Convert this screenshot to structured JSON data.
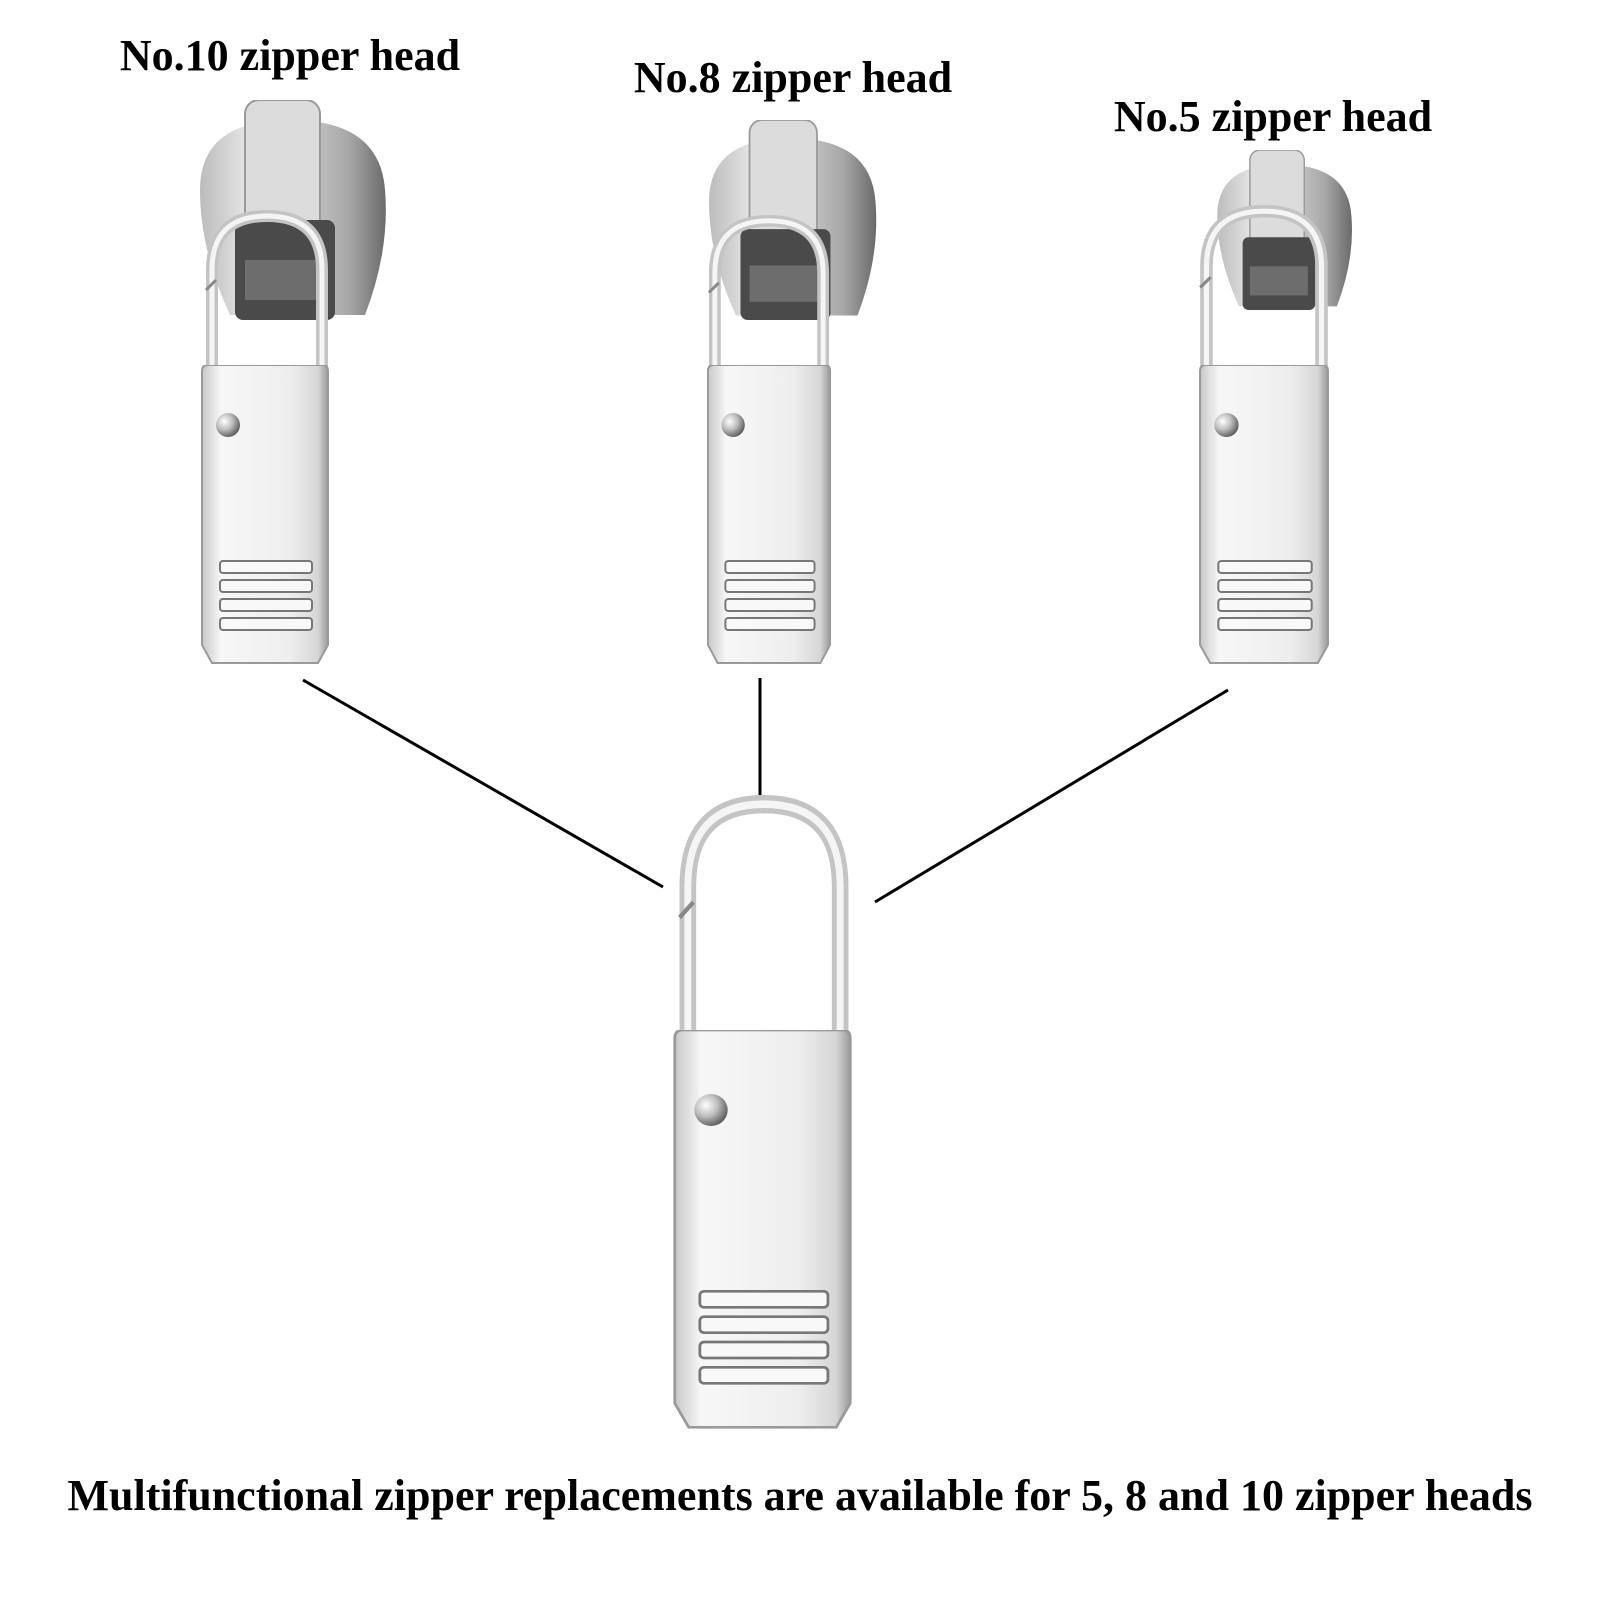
{
  "labels": {
    "no10": "No.10 zipper head",
    "no8": "No.8 zipper head",
    "no5": "No.5 zipper head"
  },
  "caption": "Multifunctional zipper replacements are available for 5, 8 and 10 zipper heads",
  "colors": {
    "metal_light": "#f4f4f4",
    "metal_mid": "#d0d0d0",
    "metal_dark": "#8a8a8a",
    "slider_inner": "#4a4a4a",
    "connector_line": "#000000",
    "text": "#000000"
  }
}
